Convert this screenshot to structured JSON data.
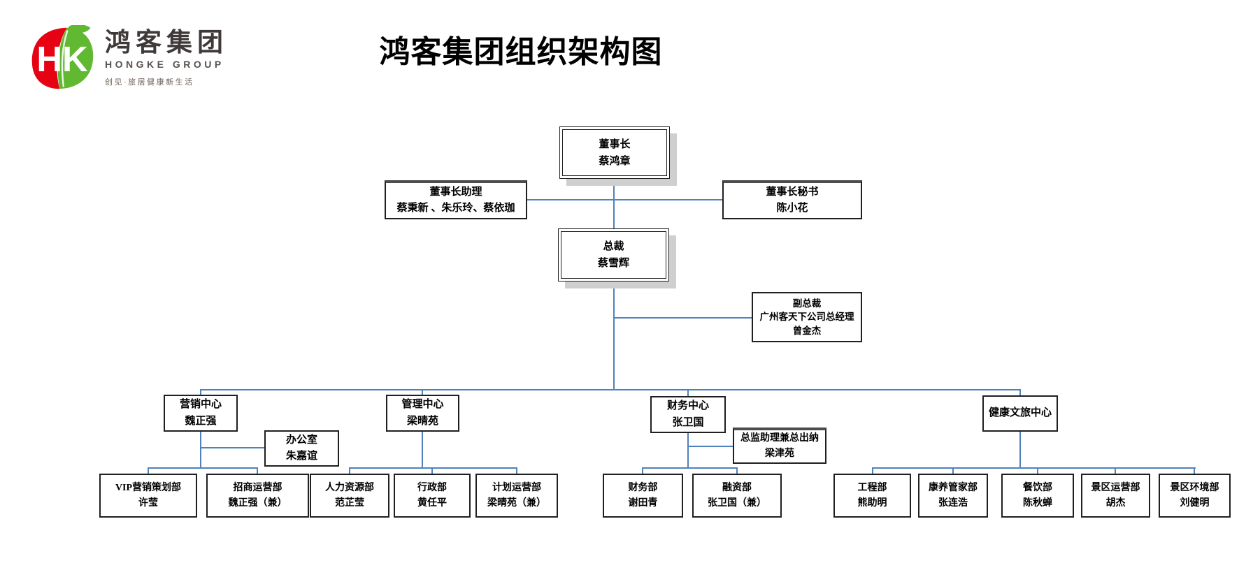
{
  "page": {
    "title": "鸿客集团组织架构图"
  },
  "logo": {
    "monogram": "HK",
    "cn": "鸿客集团",
    "en": "HONGKE GROUP",
    "tagline": "创见·旅居健康新生活",
    "colors": {
      "red": "#e60113",
      "green": "#61b831",
      "text_dark": "#3f3a39"
    }
  },
  "connector_color": "#4f81bd",
  "nodes": {
    "chairman": {
      "title": "董事长",
      "name": "蔡鸿章"
    },
    "assistant": {
      "title": "董事长助理",
      "name": "蔡秉新 、朱乐玲、蔡依珈"
    },
    "secretary": {
      "title": "董事长秘书",
      "name": "陈小花"
    },
    "president": {
      "title": "总裁",
      "name": "蔡雪辉"
    },
    "vp": {
      "title": "副总裁",
      "line2": "广州客天下公司总经理",
      "name": "曾金杰"
    },
    "marketing": {
      "title": "营销中心",
      "name": "魏正强"
    },
    "office": {
      "title": "办公室",
      "name": "朱嘉谊"
    },
    "management": {
      "title": "管理中心",
      "name": "梁晴苑"
    },
    "finance": {
      "title": "财务中心",
      "name": "张卫国"
    },
    "treasurer": {
      "title": "总监助理兼总出纳",
      "name": "梁津苑"
    },
    "health": {
      "title": "健康文旅中心",
      "name": ""
    },
    "vip_marketing": {
      "title": "VIP营销策划部",
      "name": "许莹"
    },
    "investment": {
      "title": "招商运营部",
      "name": "魏正强（兼）"
    },
    "hr": {
      "title": "人力资源部",
      "name": "范芷莹"
    },
    "admin": {
      "title": "行政部",
      "name": "黄任平"
    },
    "planning": {
      "title": "计划运营部",
      "name": "梁晴苑（兼）"
    },
    "accounting": {
      "title": "财务部",
      "name": "谢田青"
    },
    "financing": {
      "title": "融资部",
      "name": "张卫国（兼）"
    },
    "engineering": {
      "title": "工程部",
      "name": "熊助明"
    },
    "wellness": {
      "title": "康养管家部",
      "name": "张连浩"
    },
    "catering": {
      "title": "餐饮部",
      "name": "陈秋蝉"
    },
    "scenic_ops": {
      "title": "景区运营部",
      "name": "胡杰"
    },
    "scenic_env": {
      "title": "景区环境部",
      "name": "刘健明"
    }
  }
}
